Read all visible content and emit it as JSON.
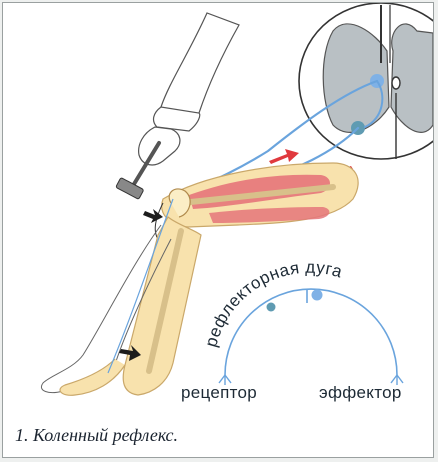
{
  "figure": {
    "arc_label": "рефлекторная дуга",
    "receptor_label": "рецептор",
    "effector_label": "эффектор",
    "caption": "1. Коленный рефлекс."
  },
  "colors": {
    "nerve": "#6aa4dd",
    "muscle": "#e5757a",
    "skin": "#f8e2ad",
    "cord_gray": "#b4bcc0",
    "arrow_red": "#e0393e"
  },
  "icons": [
    "reflex-hammer-icon",
    "tap-arrow-icon",
    "doctor-hand-icon"
  ]
}
